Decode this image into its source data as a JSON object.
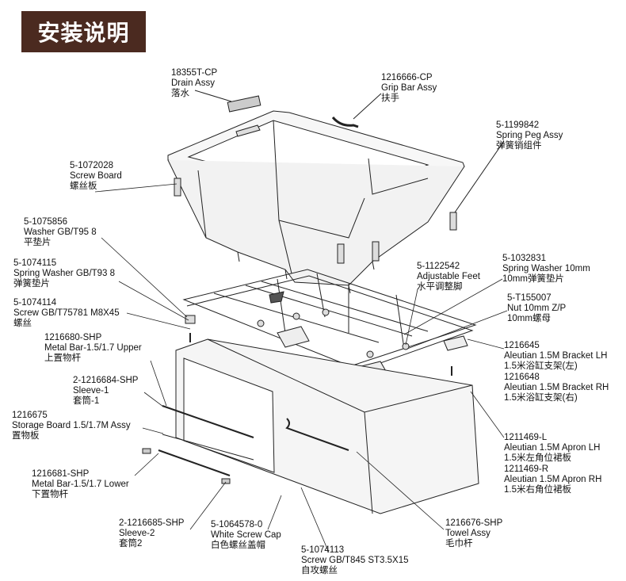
{
  "title": "安装说明",
  "parts": [
    {
      "key": "drain",
      "code": "18355T-CP",
      "name": "Drain Assy",
      "cn": "落水"
    },
    {
      "key": "grip",
      "code": "1216666-CP",
      "name": "Grip Bar Assy",
      "cn": "扶手"
    },
    {
      "key": "springpeg",
      "code": "5-1199842",
      "name": "Spring Peg Assy",
      "cn": "弹簧销组件"
    },
    {
      "key": "screwboard",
      "code": "5-1072028",
      "name": "Screw Board",
      "cn": "螺丝板"
    },
    {
      "key": "washer",
      "code": "5-1075856",
      "name": "Washer GB/T95 8",
      "cn": "平垫片"
    },
    {
      "key": "springwasher8",
      "code": "5-1074115",
      "name": "Spring Washer GB/T93 8",
      "cn": "弹簧垫片"
    },
    {
      "key": "screw",
      "code": "5-1074114",
      "name": "Screw GB/T75781 M8X45",
      "cn": "螺丝"
    },
    {
      "key": "feet",
      "code": "5-1122542",
      "name": "Adjustable Feet",
      "cn": "水平调整脚"
    },
    {
      "key": "springwasher10",
      "code": "5-1032831",
      "name": "Spring Washer 10mm",
      "cn": "10mm弹簧垫片"
    },
    {
      "key": "nut",
      "code": "5-T155007",
      "name": "Nut 10mm Z/P",
      "cn": "10mm螺母"
    },
    {
      "key": "upperbar",
      "code": "1216680-SHP",
      "name": "Metal Bar-1.5/1.7 Upper",
      "cn": "上置物杆"
    },
    {
      "key": "sleeve1",
      "code": "2-1216684-SHP",
      "name": "Sleeve-1",
      "cn": "套筒-1"
    },
    {
      "key": "storage",
      "code": "1216675",
      "name": "Storage Board 1.5/1.7M Assy",
      "cn": "置物板"
    },
    {
      "key": "lowerbar",
      "code": "1216681-SHP",
      "name": "Metal Bar-1.5/1.7 Lower",
      "cn": "下置物杆"
    },
    {
      "key": "sleeve2",
      "code": "2-1216685-SHP",
      "name": "Sleeve-2",
      "cn": "套筒2"
    },
    {
      "key": "cap",
      "code": "5-1064578-0",
      "name": "White Screw Cap",
      "cn": "白色螺丝盖帽"
    },
    {
      "key": "tapscrew",
      "code": "5-1074113",
      "name": "Screw GB/T845 ST3.5X15",
      "cn": "自攻螺丝"
    },
    {
      "key": "towel",
      "code": "1216676-SHP",
      "name": "Towel Assy",
      "cn": "毛巾杆"
    },
    {
      "key": "bracketlh",
      "code": "1216645",
      "name": "Aleutian 1.5M Bracket LH",
      "cn": "1.5米浴缸支架(左)"
    },
    {
      "key": "bracketrh",
      "code": "1216648",
      "name": "Aleutian 1.5M Bracket RH",
      "cn": "1.5米浴缸支架(右)"
    },
    {
      "key": "apronlh",
      "code": "1211469-L",
      "name": "Aleutian 1.5M Apron LH",
      "cn": "1.5米左角位裙板"
    },
    {
      "key": "apronrh",
      "code": "1211469-R",
      "name": "Aleutian 1.5M Apron RH",
      "cn": "1.5米右角位裙板"
    }
  ]
}
